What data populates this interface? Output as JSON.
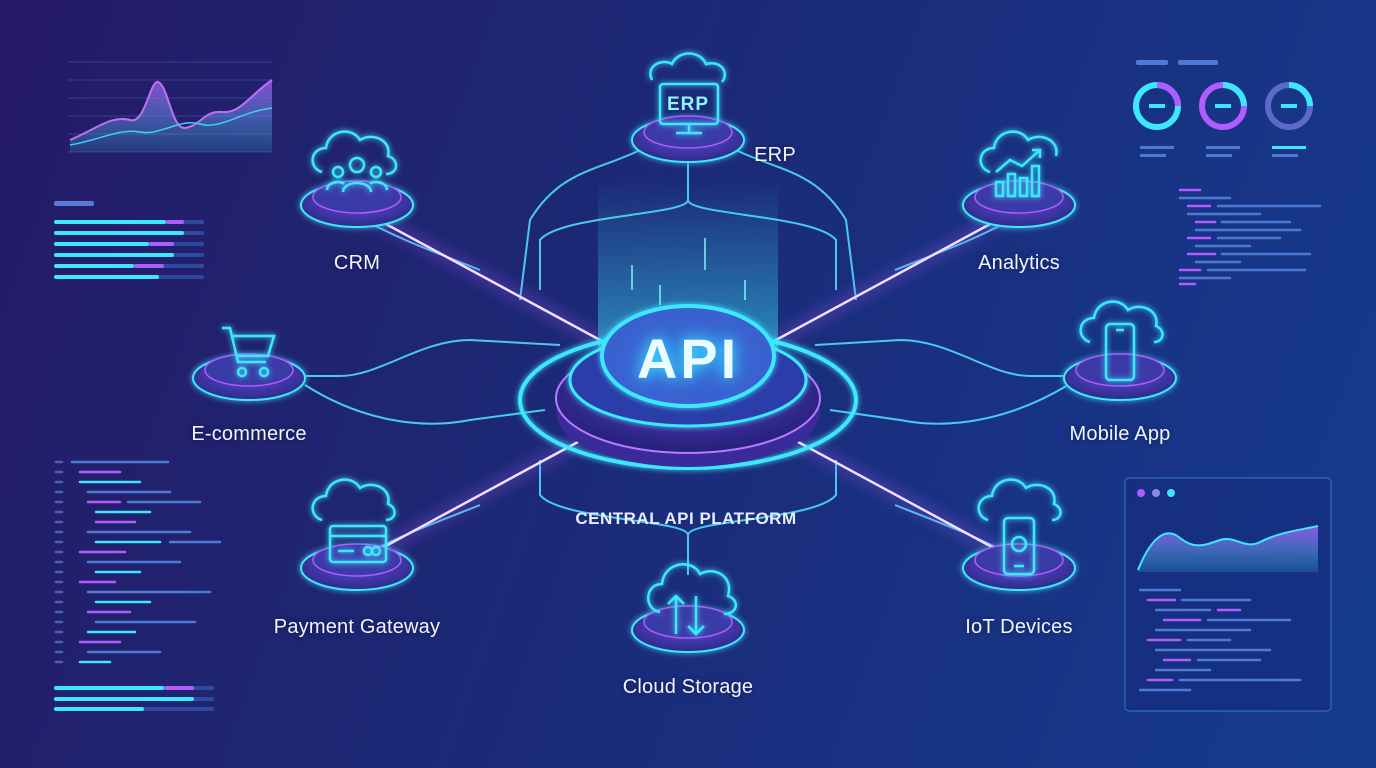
{
  "central": {
    "logo_text": "API",
    "label": "CENTRAL API PLATFORM"
  },
  "nodes": {
    "erp": {
      "label": "ERP",
      "screen_text": "ERP",
      "icon": "cloud-monitor-icon"
    },
    "crm": {
      "label": "CRM",
      "icon": "cloud-users-icon"
    },
    "analytics": {
      "label": "Analytics",
      "icon": "cloud-bar-chart-icon"
    },
    "ecommerce": {
      "label": "E-commerce",
      "icon": "shopping-cart-icon"
    },
    "mobile": {
      "label": "Mobile App",
      "icon": "cloud-smartphone-icon"
    },
    "payment": {
      "label": "Payment Gateway",
      "icon": "cloud-credit-card-icon"
    },
    "iot": {
      "label": "IoT Devices",
      "icon": "cloud-device-icon"
    },
    "storage": {
      "label": "Cloud Storage",
      "icon": "cloud-upload-icon"
    }
  },
  "colors": {
    "cyan": "#3de8ff",
    "purple": "#b05cff",
    "deep": "#1b2a78"
  }
}
